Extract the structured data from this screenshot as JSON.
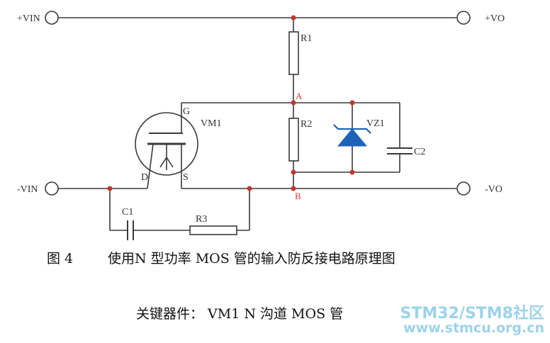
{
  "terminals": {
    "vin_plus": "+VIN",
    "vin_minus": "-VIN",
    "vo_plus": "+VO",
    "vo_minus": "-VO"
  },
  "components": {
    "r1": "R1",
    "r2": "R2",
    "r3": "R3",
    "c1": "C1",
    "c2": "C2",
    "vz1": "VZ1",
    "vm1": "VM1"
  },
  "pins": {
    "gate": "G",
    "drain": "D",
    "source": "S"
  },
  "nodes": {
    "a": "A",
    "b": "B"
  },
  "caption": {
    "figure_label": "图 4",
    "text": "使用N 型功率 MOS 管的输入防反接电路原理图",
    "key_device": "关键器件：  VM1   N 沟道 MOS  管"
  },
  "watermark": {
    "line1": "STM32/STM8社区",
    "line2": "www.stmcu.org.cn"
  },
  "colors": {
    "wire": "#3a3a3a",
    "node_label": "#d23a3a",
    "zener_fill": "#1f63b8",
    "watermark": "#8ccbe8"
  }
}
